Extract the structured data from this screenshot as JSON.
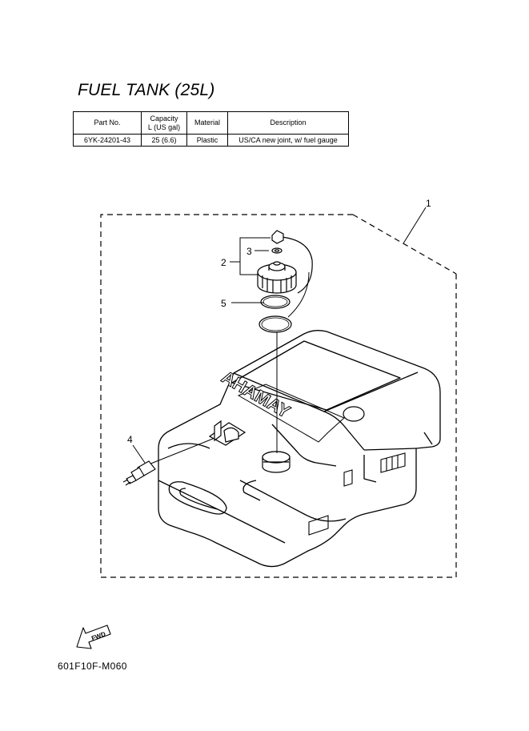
{
  "title": "FUEL TANK (25L)",
  "table": {
    "headers": [
      "Part No.",
      "Capacity\nL (US gal)",
      "Material",
      "Description"
    ],
    "rows": [
      [
        "6YK-24201-43",
        "25 (6.6)",
        "Plastic",
        "US/CA new joint, w/ fuel gauge"
      ]
    ]
  },
  "callouts": [
    "1",
    "2",
    "3",
    "4",
    "5"
  ],
  "brand_text": "YAMAHA",
  "fwd_label": "FWD",
  "figure_code": "601F10F-M060"
}
